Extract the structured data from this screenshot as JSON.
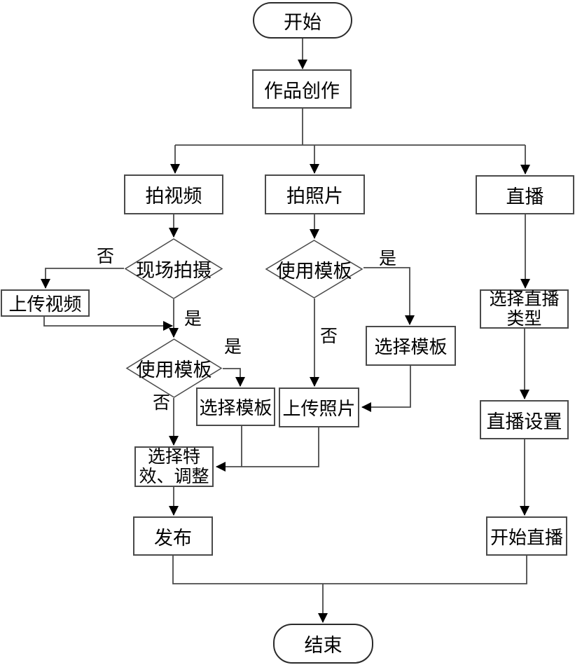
{
  "diagram_type": "flowchart",
  "nodes": {
    "start": {
      "type": "terminator",
      "label": "开始"
    },
    "creation": {
      "type": "process",
      "label": "作品创作"
    },
    "shoot_video": {
      "type": "process",
      "label": "拍视频"
    },
    "take_photo": {
      "type": "process",
      "label": "拍照片"
    },
    "live": {
      "type": "process",
      "label": "直播"
    },
    "onsite_shoot": {
      "type": "decision",
      "label": "现场拍摄"
    },
    "upload_video": {
      "type": "process",
      "label": "上传视频"
    },
    "use_template_video": {
      "type": "decision",
      "label": "使用模板"
    },
    "select_template_video": {
      "type": "process",
      "label": "选择模板"
    },
    "use_template_photo": {
      "type": "decision",
      "label": "使用模板"
    },
    "select_template_photo": {
      "type": "process",
      "label": "选择模板"
    },
    "upload_photo": {
      "type": "process",
      "label": "上传照片"
    },
    "select_effects": {
      "type": "process",
      "label": "选择特效、调整",
      "lines": [
        "选择特",
        "效、调整"
      ]
    },
    "publish": {
      "type": "process",
      "label": "发布"
    },
    "select_live_type": {
      "type": "process",
      "label": "选择直播类型",
      "lines": [
        "选择直播",
        "类型"
      ]
    },
    "live_settings": {
      "type": "process",
      "label": "直播设置"
    },
    "start_live": {
      "type": "process",
      "label": "开始直播"
    },
    "end": {
      "type": "terminator",
      "label": "结束"
    }
  },
  "branch_labels": {
    "onsite_no": "否",
    "onsite_yes": "是",
    "video_template_yes": "是",
    "video_template_no": "否",
    "photo_template_yes": "是",
    "photo_template_no": "否"
  },
  "colors": {
    "background": "#ffffff",
    "line": "#4a4a4a",
    "arrowhead": "#000000",
    "node_border": "#4a4a4a",
    "text": "#000000"
  }
}
